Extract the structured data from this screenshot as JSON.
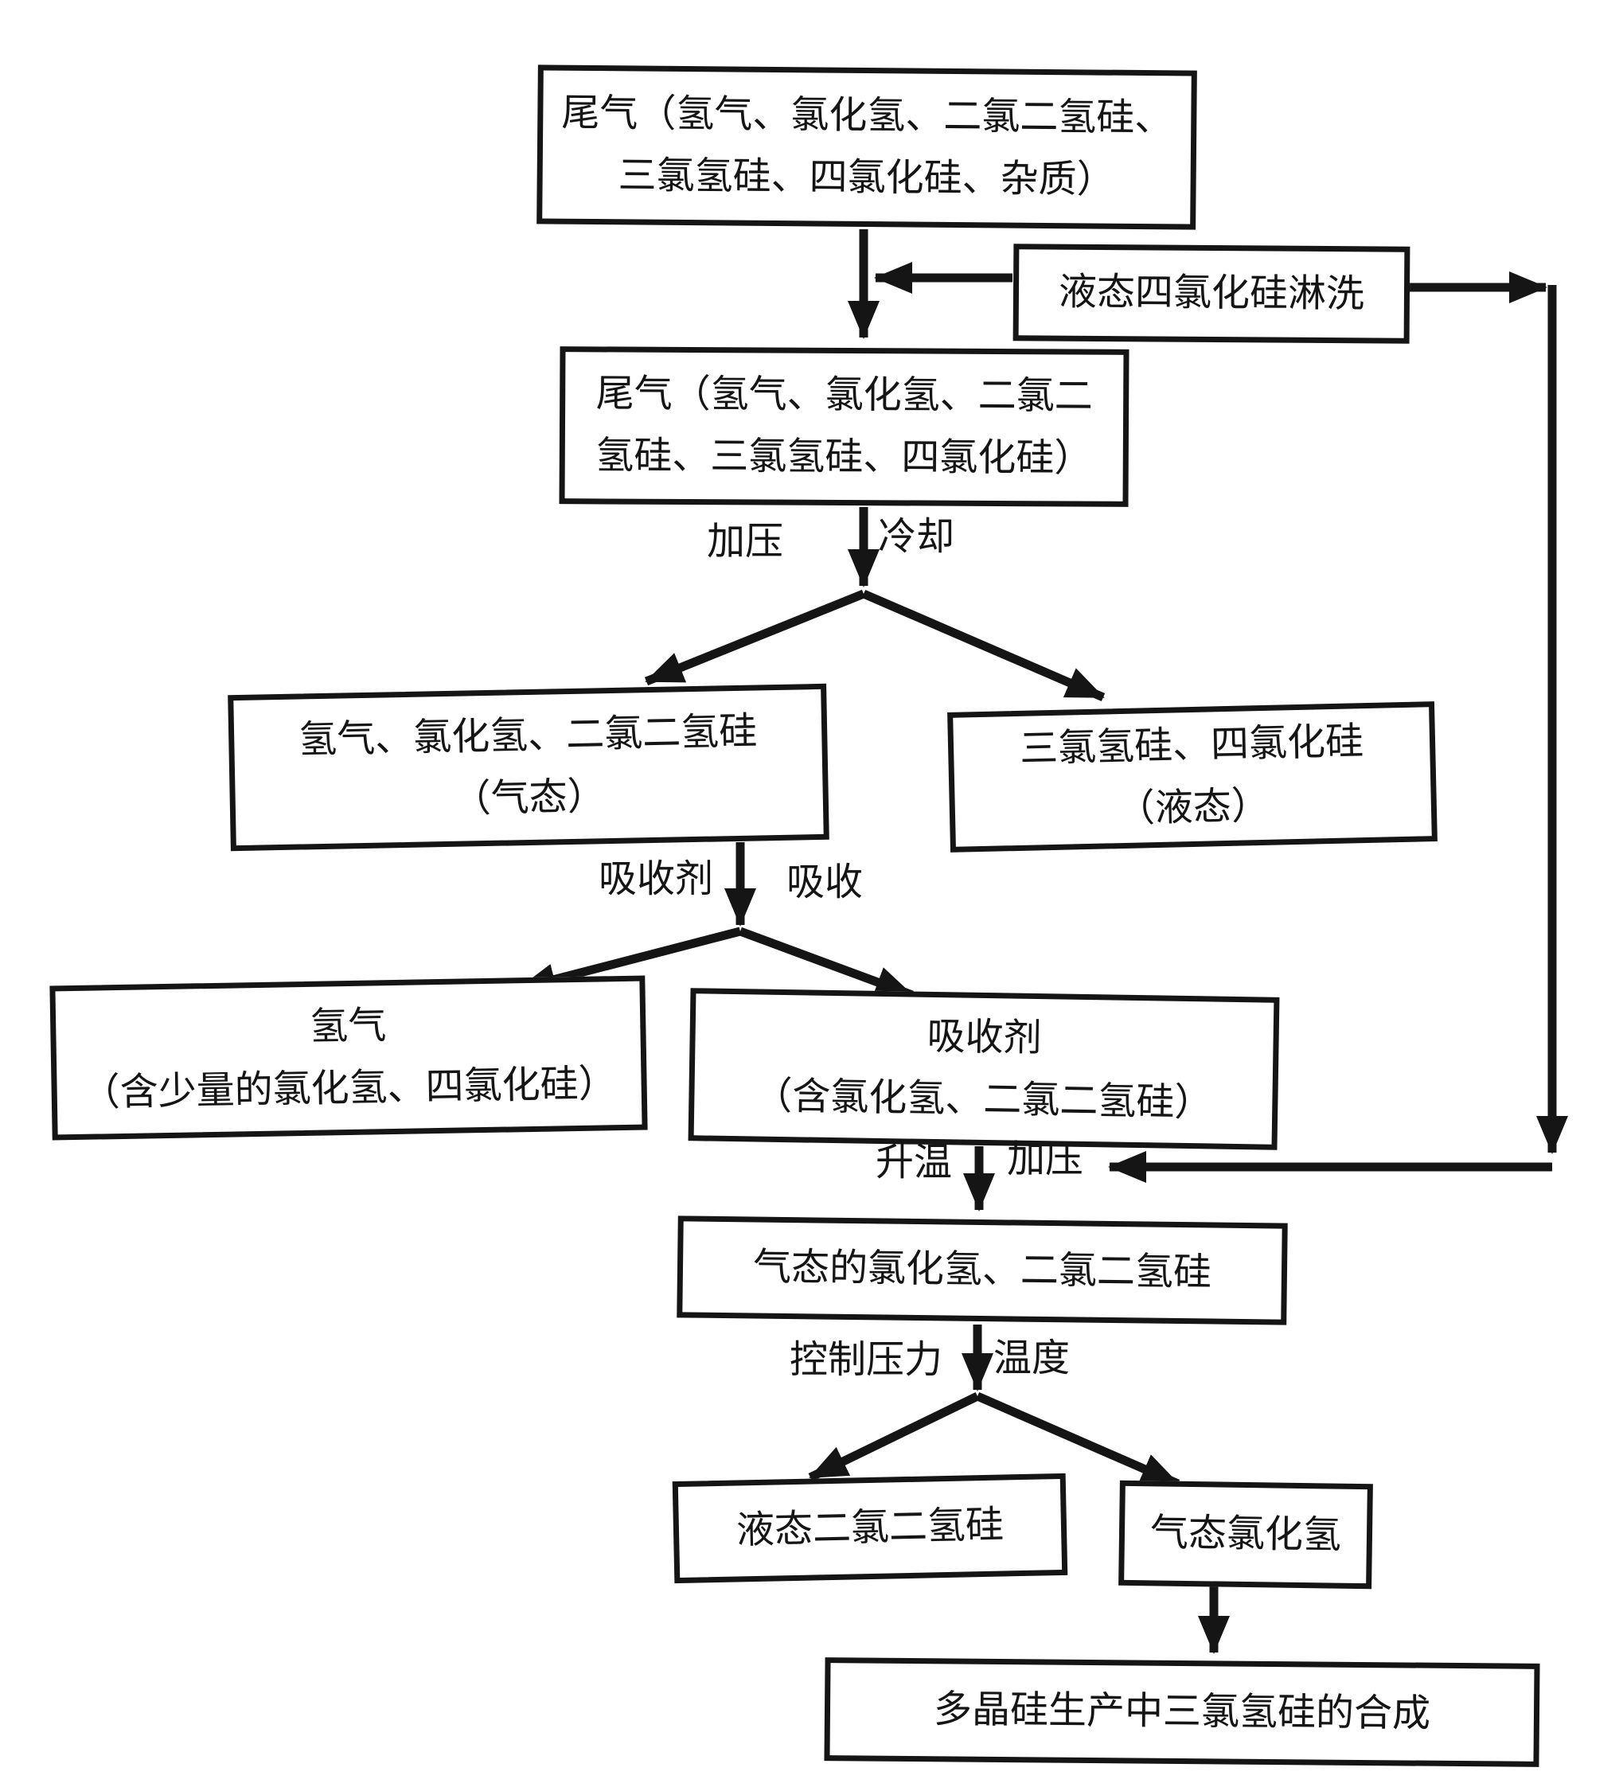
{
  "page": {
    "background": "#ffffff",
    "ink": "#151515"
  },
  "nodes": {
    "tailgas_raw": {
      "line1": "尾气（氢气、氯化氢、二氯二氢硅、",
      "line2": "三氯氢硅、四氯化硅、杂质）"
    },
    "rinse": {
      "line1": "液态四氯化硅淋洗"
    },
    "tailgas_washed": {
      "line1": "尾气（氢气、氯化氢、二氯二",
      "line2": "氢硅、三氯氢硅、四氯化硅）"
    },
    "gaseous_mix": {
      "line1": "氢气、氯化氢、二氯二氢硅",
      "line2": "（气态）"
    },
    "liquid_mix": {
      "line1": "三氯氢硅、四氯化硅",
      "line2": "（液态）"
    },
    "hydrogen": {
      "line1": "氢气",
      "line2": "（含少量的氯化氢、四氯化硅）"
    },
    "absorbent": {
      "line1": "吸收剂",
      "line2": "（含氯化氢、二氯二氢硅）"
    },
    "gaseous_hcl_dcs": {
      "line1": "气态的氯化氢、二氯二氢硅"
    },
    "liquid_dcs": {
      "line1": "液态二氯二氢硅"
    },
    "gaseous_hcl": {
      "line1": "气态氯化氢"
    },
    "synthesis": {
      "line1": "多晶硅生产中三氯氢硅的合成"
    }
  },
  "labels": {
    "pressurize": "加压",
    "cool": "冷却",
    "absorbent": "吸收剂",
    "absorb": "吸收",
    "heat_up": "升温",
    "pressurize2": "加压",
    "control_pressure": "控制压力",
    "temperature": "温度"
  }
}
